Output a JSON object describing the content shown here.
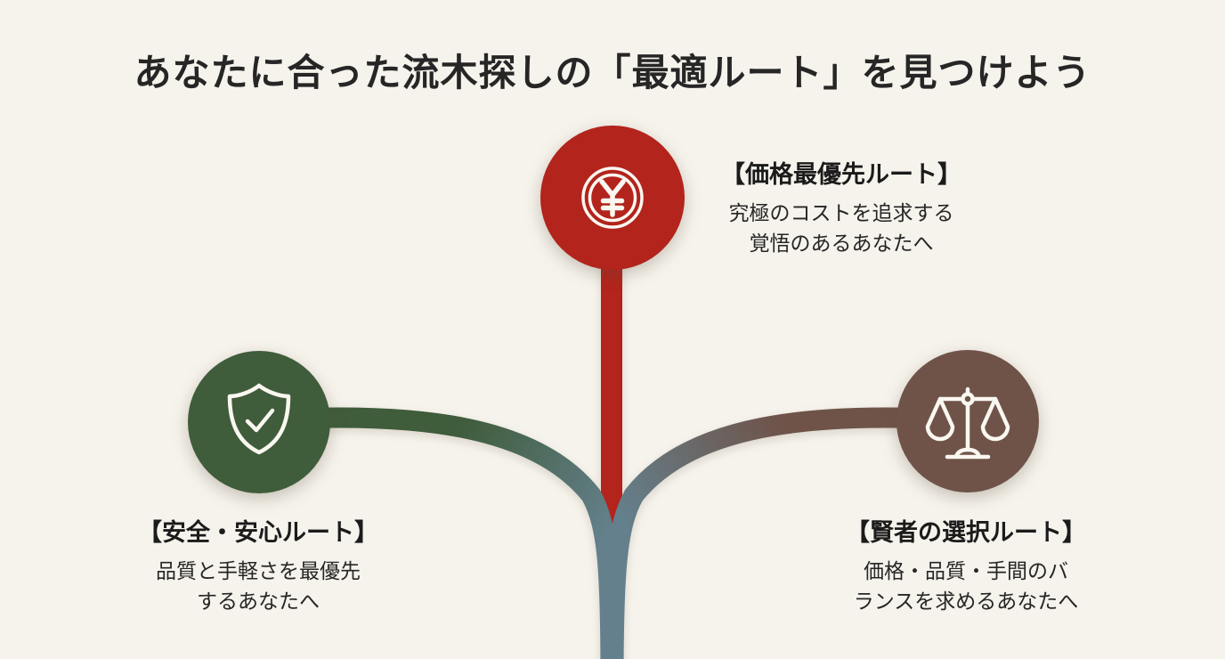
{
  "title": "あなたに合った流木探しの「最適ルート」を見つけよう",
  "routes": [
    {
      "id": "price",
      "heading": "【価格最優先ルート】",
      "description_lines": [
        "究極のコストを追求する",
        "覚悟のあるあなたへ"
      ],
      "icon": "yen-coin-icon",
      "color": "#B2241C"
    },
    {
      "id": "safety",
      "heading": "【安全・安心ルート】",
      "description_lines": [
        "品質と手軽さを最優先",
        "するあなたへ"
      ],
      "icon": "shield-check-icon",
      "color": "#3F5C3B"
    },
    {
      "id": "wise",
      "heading": "【賢者の選択ルート】",
      "description_lines": [
        "価格・品質・手間のバ",
        "ランスを求めるあなたへ"
      ],
      "icon": "balance-scale-icon",
      "color": "#6F5349"
    }
  ],
  "colors": {
    "background": "#F6F3EC",
    "title_text": "#262626",
    "body_text": "#262626",
    "red": "#B2241C",
    "green": "#3F5C3B",
    "brown": "#6F5349",
    "trunk_slate": "#64808C",
    "icon_stroke": "#FAF7F0"
  }
}
